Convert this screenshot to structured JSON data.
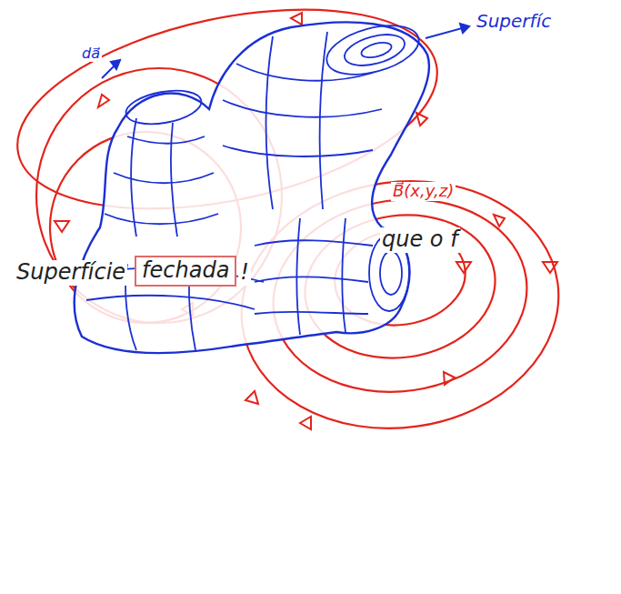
{
  "diagram": {
    "nodes": [
      {
        "text": [
          "fechada"
        ]
      }
    ],
    "labels": [
      "Superfíc",
      "da⃗",
      "B⃗(x,y,z)",
      "que o f",
      "Superfície",
      "!"
    ]
  }
}
